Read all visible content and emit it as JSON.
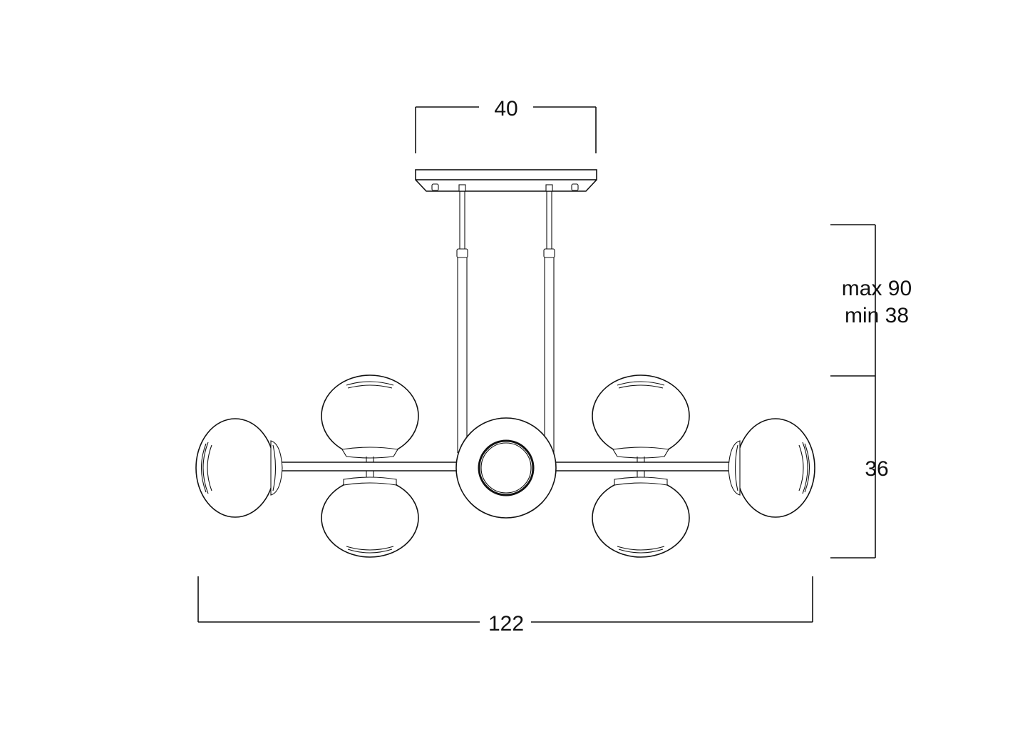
{
  "dimensions": {
    "canopy_width": "40",
    "height_max": "max 90",
    "height_min": "min 38",
    "body_height": "36",
    "total_width": "122"
  }
}
